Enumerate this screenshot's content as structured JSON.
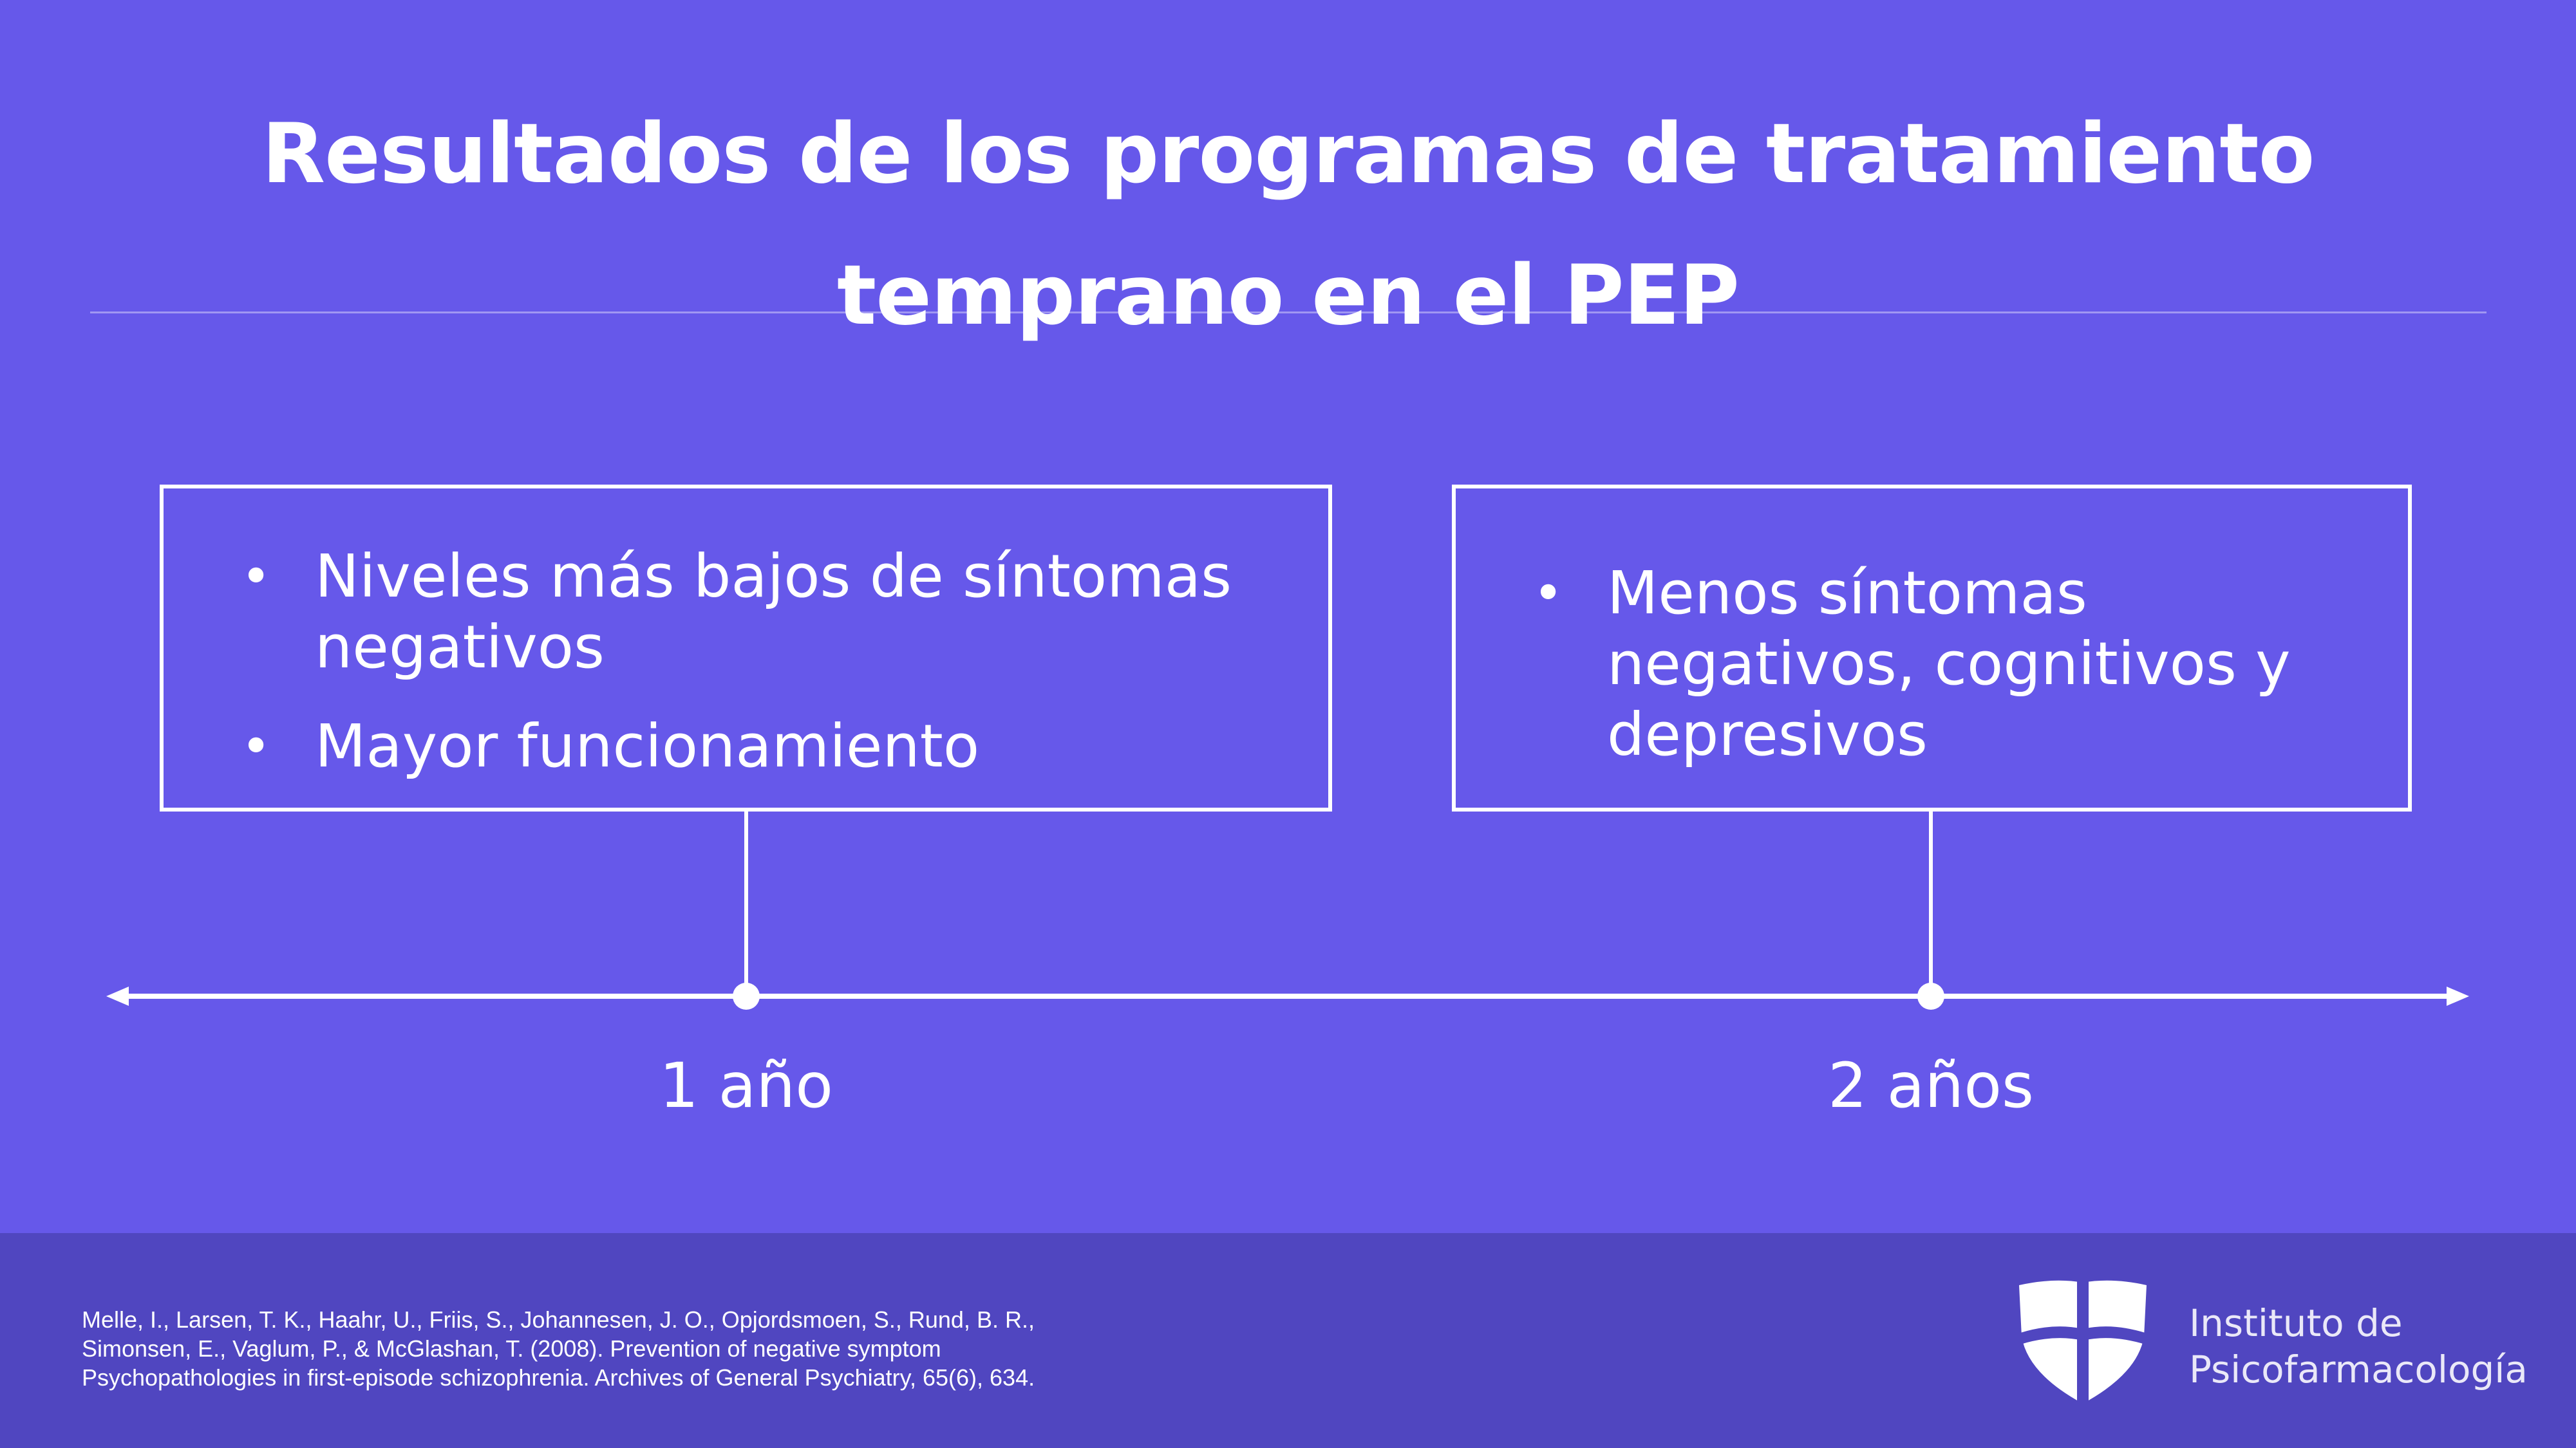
{
  "title": {
    "line1": "Resultados de los programas de tratamiento",
    "line2": "temprano en el PEP"
  },
  "milestones": [
    {
      "label": "1 año",
      "bullets": [
        "Niveles más bajos de síntomas negativos",
        "Mayor funcionamiento"
      ]
    },
    {
      "label": "2 años",
      "bullets": [
        "Menos síntomas negativos, cognitivos y depresivos"
      ]
    }
  ],
  "citation": {
    "line1": "Melle, I., Larsen, T. K., Haahr, U., Friis, S., Johannesen, J. O., Opjordsmoen, S., Rund, B. R.,",
    "line2": "Simonsen, E., Vaglum, P., & McGlashan, T. (2008). Prevention of negative symptom",
    "line3": "Psychopathologies in first-episode schizophrenia. Archives of General Psychiatry, 65(6), 634."
  },
  "logo": {
    "line1": "Instituto de",
    "line2": "Psicofarmacología",
    "icon": "shield-cross-icon"
  },
  "colors": {
    "background": "#6658EA",
    "footer": "#5046C0",
    "foreground": "#FFFFFF"
  }
}
